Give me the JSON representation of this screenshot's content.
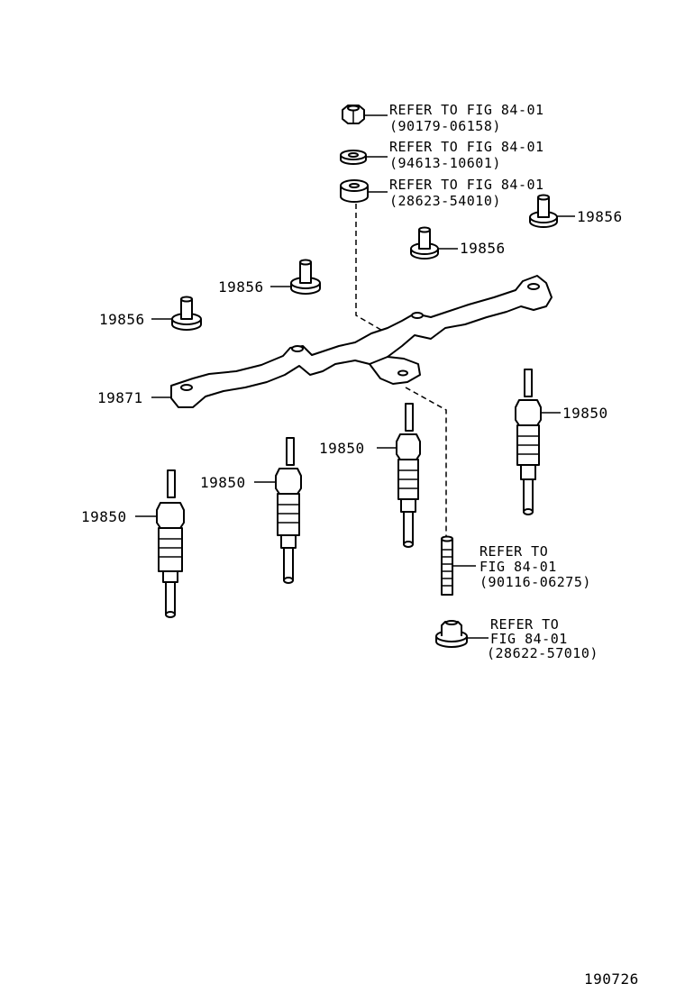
{
  "parts": {
    "nut_top": {
      "refer": "REFER TO FIG 84-01",
      "number": "(90179-06158)"
    },
    "washer_top": {
      "refer": "REFER TO FIG 84-01",
      "number": "(94613-10601)"
    },
    "spacer_top": {
      "refer": "REFER TO FIG 84-01",
      "number": "(28623-54010)"
    },
    "stud": {
      "refer_line1": "REFER TO",
      "refer_line2": "FIG 84-01",
      "number": "(90116-06275)"
    },
    "nut_bottom": {
      "refer_line1": "REFER TO",
      "refer_line2": "FIG 84-01",
      "number": "(28622-57010)"
    },
    "terminal_nut": {
      "label": "19856"
    },
    "connector": {
      "label": "19871"
    },
    "glow_plug": {
      "label": "19850"
    }
  },
  "figure_number": "190726"
}
